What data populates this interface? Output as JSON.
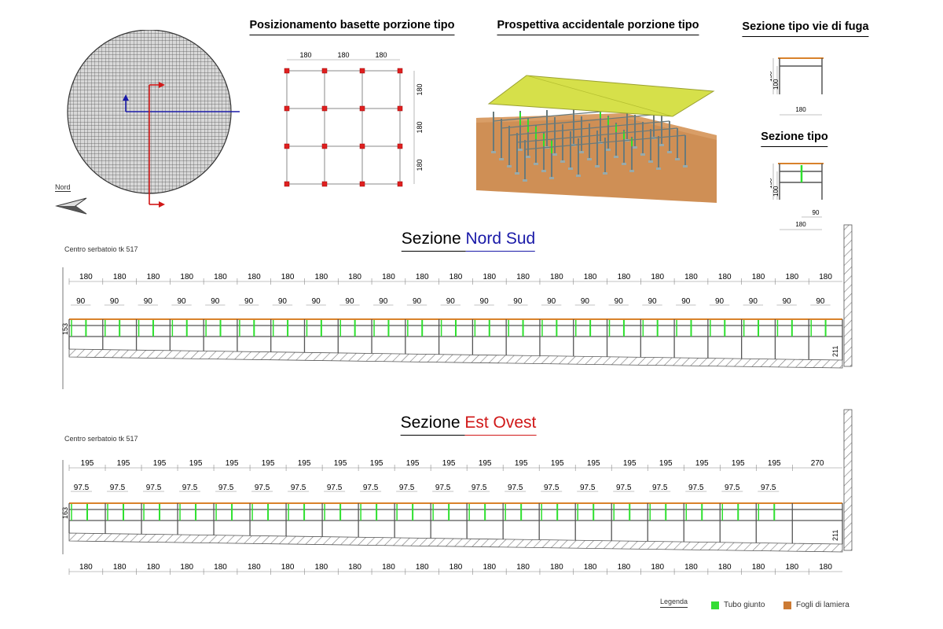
{
  "titles": {
    "basette": "Posizionamento basette porzione tipo",
    "prospettiva": "Prospettiva accidentale porzione tipo",
    "vie_di_fuga": "Sezione tipo vie di fuga",
    "sezione_tipo": "Sezione tipo"
  },
  "nord_label": "Nord",
  "basette_grid": {
    "top": [
      "180",
      "180",
      "180"
    ],
    "right": [
      "180",
      "180",
      "180"
    ]
  },
  "vie_fuga_dims": {
    "h150": "150",
    "h100": "100",
    "w": "180"
  },
  "sez_tipo_dims": {
    "h150": "150",
    "h100": "100",
    "w90": "90",
    "w180": "180"
  },
  "nord_sud": {
    "title_black": "Sezione ",
    "title_color": "Nord Sud",
    "color": "#1a1aa8",
    "subtitle": "Centro serbatoio tk 517",
    "spans": [
      180,
      180,
      180,
      180,
      180,
      180,
      180,
      180,
      180,
      180,
      180,
      180,
      180,
      180,
      180,
      180,
      180,
      180,
      180,
      180,
      180,
      180,
      180
    ],
    "half_label": "90",
    "left_height": "153",
    "right_height": "211"
  },
  "est_ovest": {
    "title_black": "Sezione ",
    "title_color": "Est Ovest",
    "color": "#d01818",
    "subtitle": "Centro serbatoio tk 517",
    "spans": [
      195,
      195,
      195,
      195,
      195,
      195,
      195,
      195,
      195,
      195,
      195,
      195,
      195,
      195,
      195,
      195,
      195,
      195,
      195,
      195,
      270
    ],
    "half_label": "97.5",
    "left_height": "163",
    "right_height": "211",
    "bottom_spans": [
      180,
      180,
      180,
      180,
      180,
      180,
      180,
      180,
      180,
      180,
      180,
      180,
      180,
      180,
      180,
      180,
      180,
      180,
      180,
      180,
      180,
      180,
      180
    ]
  },
  "legend": {
    "title": "Legenda",
    "items": [
      {
        "label": "Tubo giunto",
        "color": "#33dd33"
      },
      {
        "label": "Fogli di lamiera",
        "color": "#cc7a33"
      }
    ]
  },
  "colors": {
    "orange": "#d9822b",
    "green": "#2ee02e",
    "frame": "#555555",
    "roof": "#d6e04a",
    "ground": "#cf8f55"
  }
}
